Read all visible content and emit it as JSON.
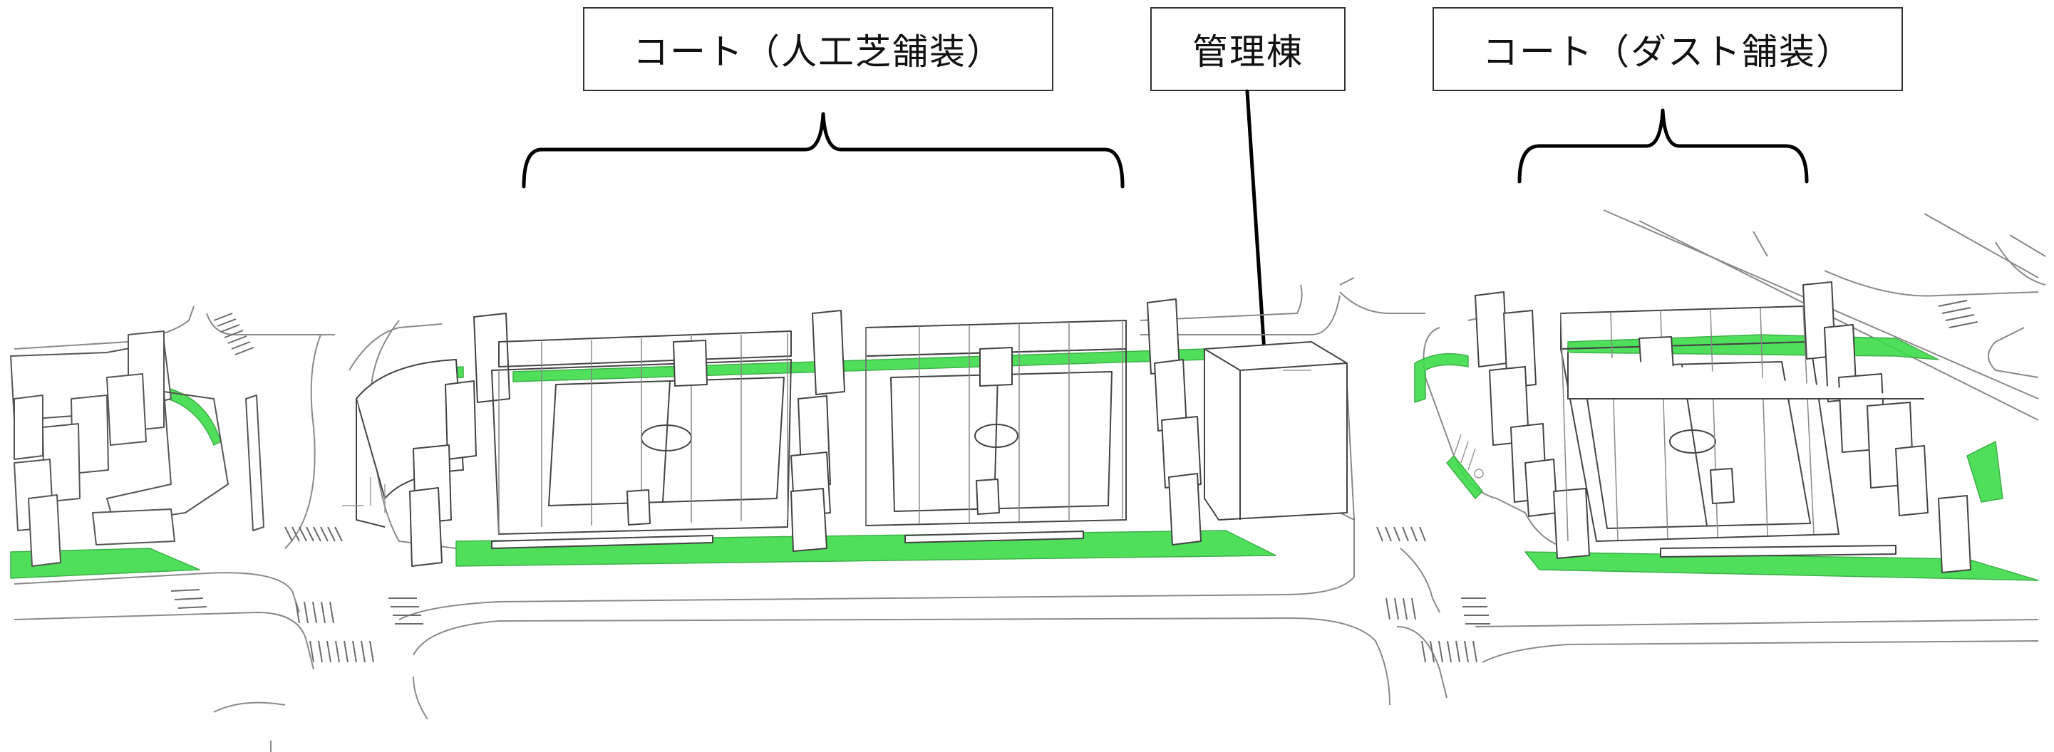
{
  "labels": {
    "court_artificial_turf": "コート（人工芝舗装）",
    "admin_building": "管理棟",
    "court_dust": "コート（ダスト舗装）"
  },
  "colors": {
    "line": "#555555",
    "light_line": "#9a9a9a",
    "green_planting": "#3ddc4a",
    "leader_line": "#000000"
  }
}
